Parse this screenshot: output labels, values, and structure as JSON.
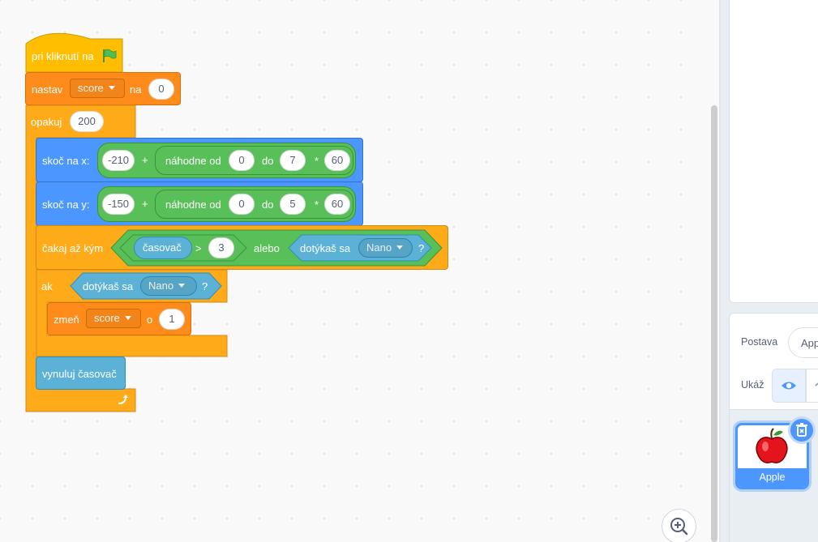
{
  "script": {
    "hat": {
      "label": "pri kliknutí na",
      "flag_icon": "green-flag-icon"
    },
    "set_var": {
      "label": "nastav",
      "variable": "score",
      "to_label": "na",
      "value": "0"
    },
    "repeat": {
      "label": "opakuj",
      "count": "200"
    },
    "goto_x": {
      "label": "skoč na x:",
      "base": "-210",
      "plus": "+",
      "random_label": "náhodne od",
      "from": "0",
      "to_label": "do",
      "to": "7",
      "times": "*",
      "factor": "60"
    },
    "goto_y": {
      "label": "skoč na y:",
      "base": "-150",
      "plus": "+",
      "random_label": "náhodne od",
      "from": "0",
      "to_label": "do",
      "to": "5",
      "times": "*",
      "factor": "60"
    },
    "wait_until": {
      "label": "čakaj až kým",
      "timer_label": "časovač",
      "gt": ">",
      "value": "3",
      "or_label": "alebo",
      "touching_label": "dotýkaš sa",
      "target": "Nano",
      "question": "?"
    },
    "if_block": {
      "label": "ak",
      "touching_label": "dotýkaš sa",
      "target": "Nano",
      "question": "?"
    },
    "change_var": {
      "label": "zmeň",
      "variable": "score",
      "by_label": "o",
      "value": "1"
    },
    "reset_timer": {
      "label": "vynuluj časovač"
    },
    "loop_icon": "loop-arrow-icon"
  },
  "sprite_panel": {
    "sprite_label": "Postava",
    "sprite_name": "Apple",
    "show_label": "Ukáž",
    "eye_icon": "eye-icon",
    "sprites": [
      {
        "name": "Apple",
        "icon": "apple-icon"
      }
    ],
    "delete_icon": "trash-icon"
  },
  "workspace": {
    "zoom_icon": "zoom-in-icon"
  },
  "colors": {
    "events": "#ffbf00",
    "variables": "#ff8c1a",
    "control": "#ffab19",
    "motion": "#4c97ff",
    "sensing": "#5cb1d6",
    "operators": "#59c059",
    "accent": "#4c97ff"
  }
}
